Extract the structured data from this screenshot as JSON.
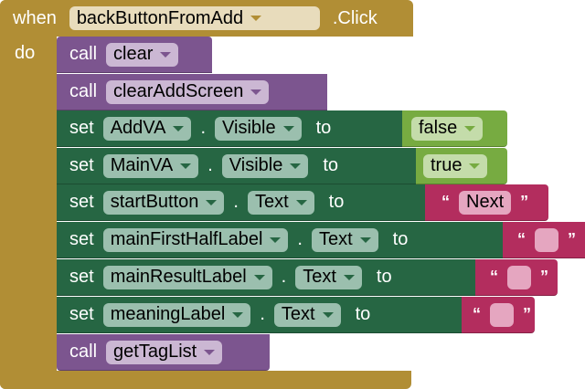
{
  "event": {
    "when": "when",
    "component": "backButtonFromAdd",
    "event": ".Click",
    "do": "do"
  },
  "blocks": [
    {
      "kw": "call",
      "name": "clear"
    },
    {
      "kw": "call",
      "name": "clearAddScreen"
    },
    {
      "kw": "set",
      "comp": "AddVA",
      "prop": "Visible",
      "to": "to",
      "value": "false"
    },
    {
      "kw": "set",
      "comp": "MainVA",
      "prop": "Visible",
      "to": "to",
      "value": "true"
    },
    {
      "kw": "set",
      "comp": "startButton",
      "prop": "Text",
      "to": "to",
      "value": "Next"
    },
    {
      "kw": "set",
      "comp": "mainFirstHalfLabel",
      "prop": "Text",
      "to": "to",
      "value": ""
    },
    {
      "kw": "set",
      "comp": "mainResultLabel",
      "prop": "Text",
      "to": "to",
      "value": ""
    },
    {
      "kw": "set",
      "comp": "meaningLabel",
      "prop": "Text",
      "to": "to",
      "value": ""
    },
    {
      "kw": "call",
      "name": "getTagList"
    }
  ],
  "dot": ".",
  "open_quote": "“",
  "close_quote": "”",
  "colors": {
    "event": "#b18e35",
    "procedure": "#7c558f",
    "setter": "#266643",
    "logic": "#77ab41",
    "text": "#b32d5e"
  }
}
